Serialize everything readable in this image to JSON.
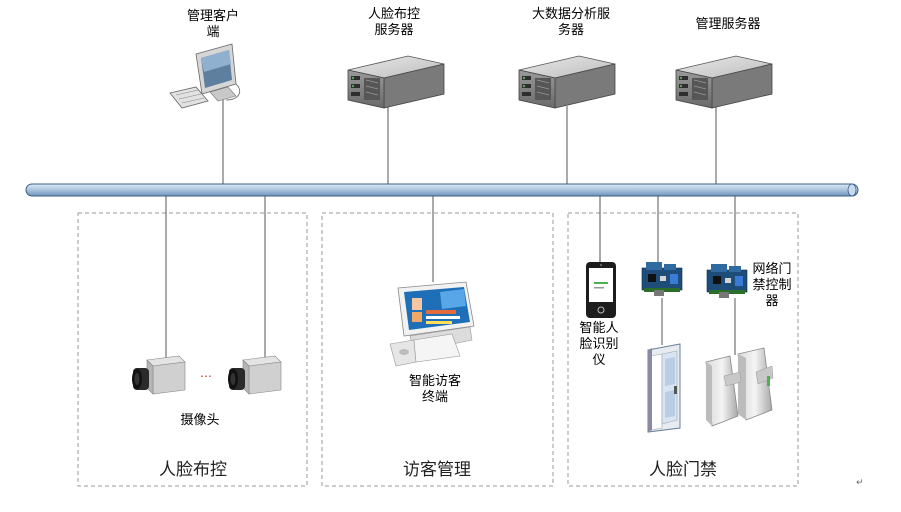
{
  "nodes": {
    "mgmt_client": "管理客户端",
    "face_control_server": "人脸布控服务器",
    "bigdata_server": "大数据分析服务器",
    "mgmt_server": "管理服务器",
    "camera": "摄像头",
    "visitor_terminal": "智能访客终端",
    "face_recognizer": "智能人脸识别仪",
    "access_controller": "网络门禁控制器",
    "ellipsis": "…"
  },
  "sections": {
    "face_control": "人脸布控",
    "visitor_mgmt": "访客管理",
    "access_control": "人脸门禁"
  },
  "misc": {
    "return_mark": "↵"
  },
  "colors": {
    "bus": "#a9c4de",
    "bus_stroke": "#3c5f85",
    "box_dash": "#9a9a9a",
    "server": "#8d8d8d"
  }
}
